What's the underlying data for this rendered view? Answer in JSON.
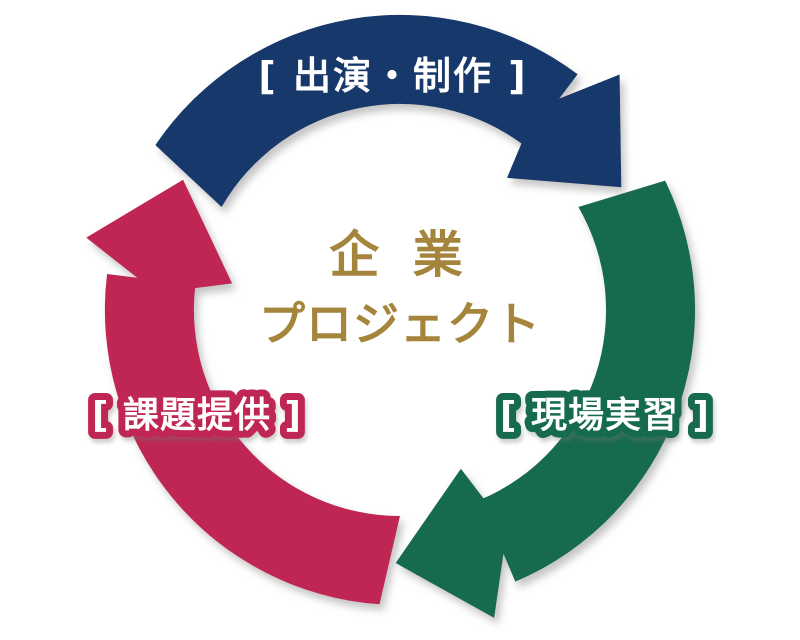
{
  "page": {
    "background": "#ffffff"
  },
  "diagram": {
    "type": "cycle",
    "direction": "clockwise",
    "center_title": {
      "line1": "企 業",
      "line2": "プロジェクト",
      "color": "#A5853C"
    },
    "arrows": [
      {
        "id": "performance-production",
        "position": "top",
        "label": "[ 出演・制作 ]",
        "color": "#17386B",
        "label_text_color": "#FFFFFF",
        "label_style": "plain-white-on-arrow"
      },
      {
        "id": "onsite-training",
        "position": "right",
        "label": "[ 現場実習 ]",
        "color": "#156A50",
        "label_text_color": "#FFFFFF",
        "label_style": "white-with-color-outline"
      },
      {
        "id": "assignment-provision",
        "position": "left",
        "label": "[ 課題提供 ]",
        "color": "#C02553",
        "label_text_color": "#FFFFFF",
        "label_style": "white-with-color-outline"
      }
    ]
  }
}
